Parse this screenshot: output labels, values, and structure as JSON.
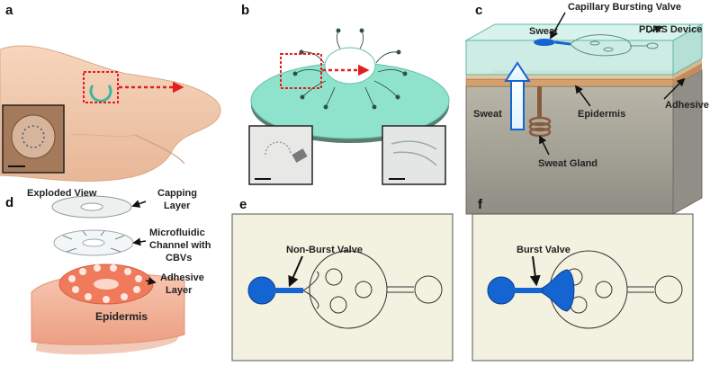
{
  "panels": {
    "a": {
      "letter": "a"
    },
    "b": {
      "letter": "b"
    },
    "c": {
      "letter": "c",
      "capillary_bursting_valve": "Capillary Bursting Valve",
      "pdms_device": "PDMS Device",
      "sweat_top": "Sweat",
      "sweat_arrow": "Sweat",
      "adhesive": "Adhesive",
      "epidermis": "Epidermis",
      "sweat_gland": "Sweat Gland"
    },
    "d": {
      "letter": "d",
      "exploded_view": "Exploded View",
      "capping_1": "Capping",
      "capping_2": "Layer",
      "micro_1": "Microfluidic",
      "micro_2": "Channel with",
      "micro_3": "CBVs",
      "adhesive_1": "Adhesive",
      "adhesive_2": "Layer",
      "epidermis": "Epidermis"
    },
    "e": {
      "letter": "e",
      "valve_label": "Non-Burst Valve"
    },
    "f": {
      "letter": "f",
      "valve_label": "Burst Valve"
    }
  },
  "colors": {
    "skin": "#f2c9aa",
    "device_teal": "#8fe3cc",
    "highlight_red": "#e02020",
    "pdms_block": "#c9ece2",
    "tissue": "#a8a8a0",
    "adhesive_layer": "#f07a5c",
    "channel_blue": "#1464d2",
    "panel_bg": "#f3f1e0"
  }
}
